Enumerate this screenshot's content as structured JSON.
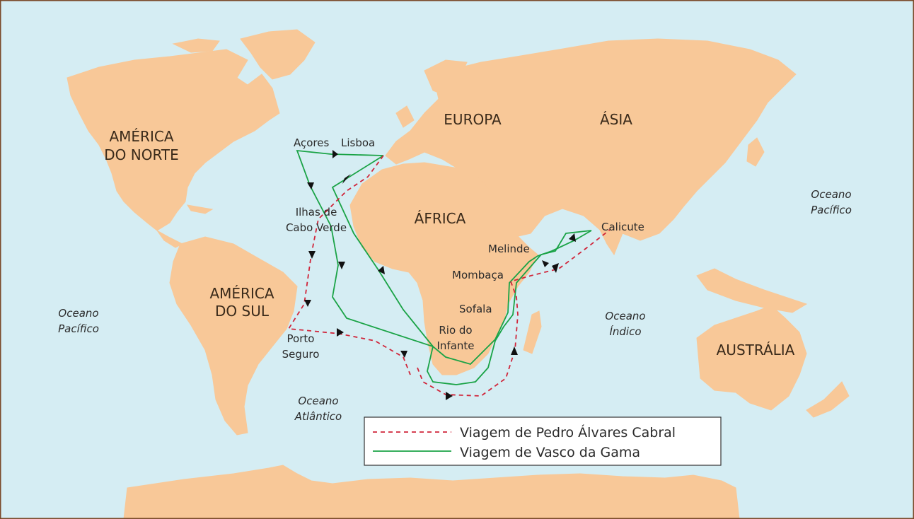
{
  "colors": {
    "ocean": "#d5edf3",
    "land": "#f8c898",
    "border": "#7a4a2a",
    "cabral_route": "#d0253a",
    "gama_route": "#1aa346"
  },
  "continents": {
    "america_norte": [
      "AMÉRICA",
      "DO NORTE"
    ],
    "america_sul": [
      "AMÉRICA",
      "DO SUL"
    ],
    "europa": "EUROPA",
    "asia": "ÁSIA",
    "africa": "ÁFRICA",
    "australia": "AUSTRÁLIA"
  },
  "places": {
    "acores": "Açores",
    "lisboa": "Lisboa",
    "cabo_verde": [
      "Ilhas de",
      "Cabo Verde"
    ],
    "porto_seguro": [
      "Porto",
      "Seguro"
    ],
    "calicute": "Calicute",
    "melinde": "Melinde",
    "mombaca": "Mombaça",
    "sofala": "Sofala",
    "rio_infante": [
      "Rio do",
      "Infante"
    ]
  },
  "oceans": {
    "pacifico_oeste": [
      "Oceano",
      "Pacífico"
    ],
    "pacifico_leste": [
      "Oceano",
      "Pacífico"
    ],
    "atlantico": [
      "Oceano",
      "Atlântico"
    ],
    "indico": [
      "Oceano",
      "Índico"
    ]
  },
  "legend": {
    "cabral": "Viagem de Pedro Álvares Cabral",
    "gama": "Viagem de Vasco da Gama"
  }
}
